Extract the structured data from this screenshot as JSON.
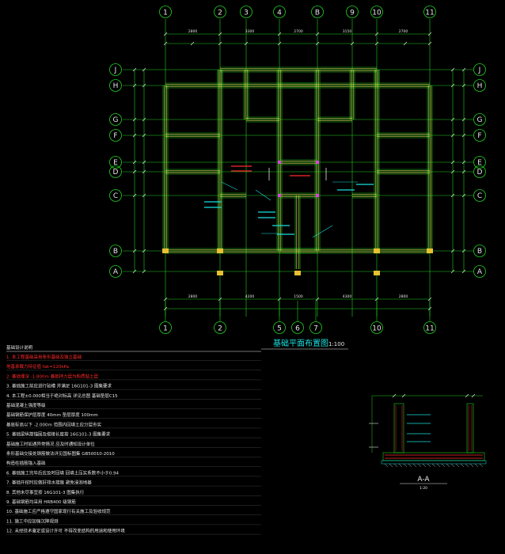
{
  "drawing": {
    "plan_title": "基础平面布置图",
    "plan_scale": "1:100",
    "notes_heading": "基础设计说明",
    "section_title": "A-A",
    "section_subtitle": "1:20"
  },
  "axes": {
    "columns": [
      "1",
      "2",
      "3",
      "4",
      "B",
      "9",
      "10",
      "11"
    ],
    "columns_bottom": [
      "1",
      "2",
      "5",
      "6",
      "7",
      "10",
      "11"
    ],
    "rows": [
      "J",
      "H",
      "G",
      "F",
      "E",
      "D",
      "C",
      "B",
      "A"
    ]
  },
  "dimensions_top": [
    "2800",
    "3300",
    "2700",
    "3150",
    "2700"
  ],
  "dimensions_bottom": [
    "2800",
    "4200",
    "1500",
    "4300",
    "2800"
  ],
  "notes": [
    {
      "n": "1.",
      "text": "本工程基础采用条形基础及独立基础",
      "red": true
    },
    {
      "n": "",
      "text": "地基承载力特征值 fak=120kPa",
      "red": true
    },
    {
      "n": "2.",
      "text": "基础埋深 -1.800m 基础持力层为粉质粘土层",
      "red": true
    },
    {
      "n": "3.",
      "text": "基础施工前应进行验槽 并满足 16G101-3 图集要求",
      "red": false
    },
    {
      "n": "4.",
      "text": "本工程±0.000相当于绝对标高 详见总图 基础垫层C15",
      "red": false
    },
    {
      "n": "",
      "text": "基础混凝土强度等级",
      "red": false
    },
    {
      "n": "",
      "text": "基础钢筋保护层厚度 40mm 垫层厚度 100mm",
      "red": false
    },
    {
      "n": "",
      "text": "基底标高以下 -2.000m 范围内回填土应分层夯实",
      "red": false
    },
    {
      "n": "5.",
      "text": "基础梁纵筋锚固及搭接长度按 16G101-3 图集要求",
      "red": false
    },
    {
      "n": "",
      "text": "基础施工时如遇异常情况 应及时通知设计单位",
      "red": false
    },
    {
      "n": "",
      "text": "条形基础交接处钢筋做法详见国标图集 GB50010-2010",
      "red": false
    },
    {
      "n": "",
      "text": "构造柱插筋锚入基础",
      "red": false
    },
    {
      "n": "6.",
      "text": "基础施工完毕后应及时回填 回填土压实系数不小于0.94",
      "red": false
    },
    {
      "n": "7.",
      "text": "基础开挖时应做好排水措施 避免浸泡地基",
      "red": false
    },
    {
      "n": "8.",
      "text": "其他未尽事宜按 16G101-3 图集执行",
      "red": false
    },
    {
      "n": "9.",
      "text": "基础钢筋均采用 HRB400 级钢筋",
      "red": false
    },
    {
      "n": "10.",
      "text": "基础施工应严格遵守国家现行有关施工及验收规范",
      "red": false
    },
    {
      "n": "11.",
      "text": "施工中应加强沉降观测",
      "red": false
    },
    {
      "n": "12.",
      "text": "未经技术鉴定或设计许可 不得改变结构的用途和使用环境",
      "red": false
    }
  ],
  "colors": {
    "grid": "#1fd11f",
    "wall": "#f0f060",
    "dim": "#e6e6e6",
    "annot_cyan": "#19e0e0",
    "annot_red": "#ff2a2a",
    "column": "#e8c030",
    "magenta": "#e040e0"
  }
}
